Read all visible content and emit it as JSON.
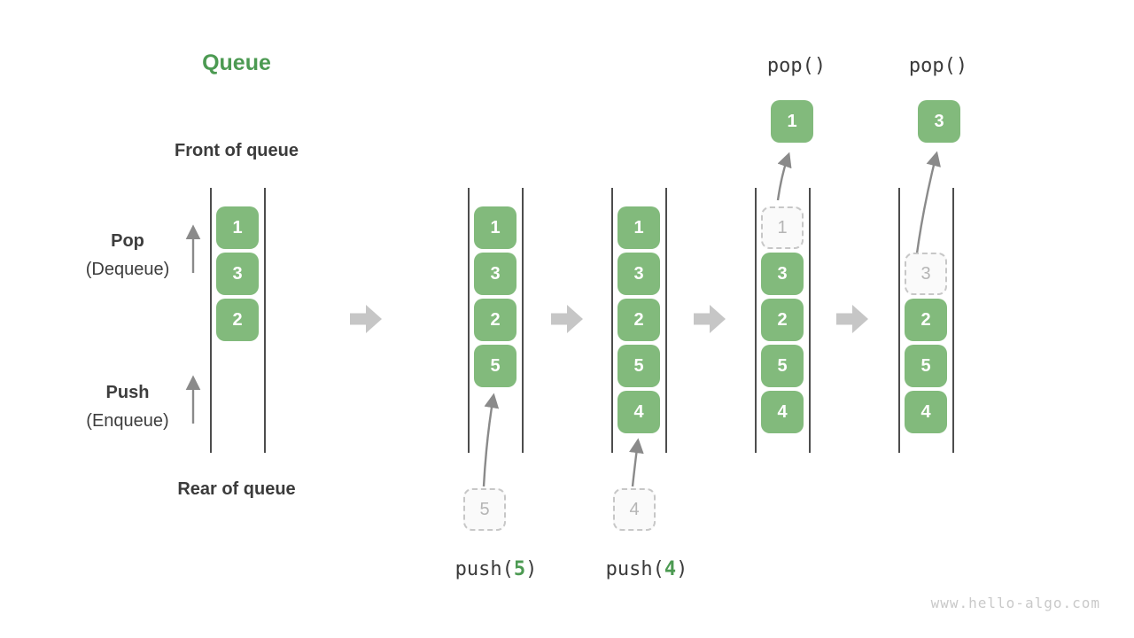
{
  "title": "Queue",
  "side_labels": {
    "front": "Front of queue",
    "rear": "Rear of queue",
    "pop_main": "Pop",
    "pop_sub": "(Dequeue)",
    "push_main": "Push",
    "push_sub": "(Enqueue)"
  },
  "watermark": "www.hello-algo.com",
  "colors": {
    "box_green": "#82ba7c",
    "title_green": "#4c9a52",
    "wall_line": "#4d4d4d",
    "dashed_border": "#c7c7c7",
    "dashed_text": "#b5b5b5",
    "block_arrow": "#c6c6c6",
    "curve_arrow": "#8a8a8a",
    "text_dark": "#3b3b3b",
    "watermark_gray": "#c9c9c9"
  },
  "diagram": {
    "columns": [
      {
        "name": "initial",
        "cells": [
          {
            "row": 0,
            "value": "1",
            "kind": "solid"
          },
          {
            "row": 1,
            "value": "3",
            "kind": "solid"
          },
          {
            "row": 2,
            "value": "2",
            "kind": "solid"
          }
        ]
      },
      {
        "name": "after-push-5",
        "cells": [
          {
            "row": 0,
            "value": "1",
            "kind": "solid"
          },
          {
            "row": 1,
            "value": "3",
            "kind": "solid"
          },
          {
            "row": 2,
            "value": "2",
            "kind": "solid"
          },
          {
            "row": 3,
            "value": "5",
            "kind": "solid"
          }
        ]
      },
      {
        "name": "after-push-4",
        "cells": [
          {
            "row": 0,
            "value": "1",
            "kind": "solid"
          },
          {
            "row": 1,
            "value": "3",
            "kind": "solid"
          },
          {
            "row": 2,
            "value": "2",
            "kind": "solid"
          },
          {
            "row": 3,
            "value": "5",
            "kind": "solid"
          },
          {
            "row": 4,
            "value": "4",
            "kind": "solid"
          }
        ]
      },
      {
        "name": "after-pop-1",
        "cells": [
          {
            "row": 0,
            "value": "1",
            "kind": "dashed"
          },
          {
            "row": 1,
            "value": "3",
            "kind": "solid"
          },
          {
            "row": 2,
            "value": "2",
            "kind": "solid"
          },
          {
            "row": 3,
            "value": "5",
            "kind": "solid"
          },
          {
            "row": 4,
            "value": "4",
            "kind": "solid"
          }
        ]
      },
      {
        "name": "after-pop-3",
        "cells": [
          {
            "row": 1,
            "value": "3",
            "kind": "dashed"
          },
          {
            "row": 2,
            "value": "2",
            "kind": "solid"
          },
          {
            "row": 3,
            "value": "5",
            "kind": "solid"
          },
          {
            "row": 4,
            "value": "4",
            "kind": "solid"
          }
        ]
      }
    ],
    "floating": [
      {
        "value": "5",
        "kind": "dashed",
        "role": "incoming-value-5"
      },
      {
        "value": "4",
        "kind": "dashed",
        "role": "incoming-value-4"
      },
      {
        "value": "1",
        "kind": "solid",
        "role": "popped-value-1"
      },
      {
        "value": "3",
        "kind": "solid",
        "role": "popped-value-3"
      }
    ],
    "operations": {
      "pops": [
        "pop()",
        "pop()"
      ],
      "pushes": [
        {
          "pre": "push(",
          "num": "5",
          "post": ")"
        },
        {
          "pre": "push(",
          "num": "4",
          "post": ")"
        }
      ]
    }
  }
}
